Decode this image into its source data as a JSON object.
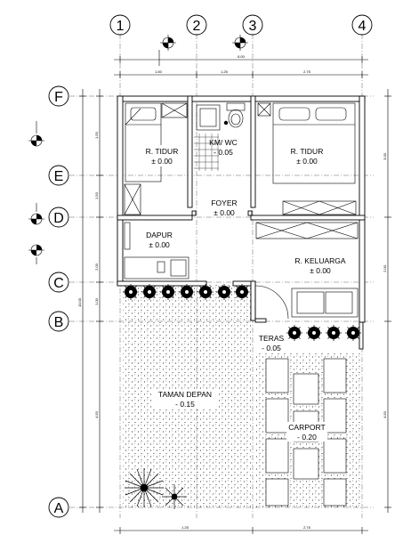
{
  "grid_axes": {
    "columns": [
      "1",
      "2",
      "3",
      "4"
    ],
    "rows": [
      "F",
      "E",
      "D",
      "C",
      "B",
      "A"
    ]
  },
  "rooms": {
    "bed_left": {
      "name": "R. TIDUR",
      "level": "± 0.00"
    },
    "kmwc": {
      "name": "KM/ WC",
      "level": "- 0.05"
    },
    "bed_right": {
      "name": "R. TIDUR",
      "level": "± 0.00"
    },
    "foyer": {
      "name": "FOYER",
      "level": "± 0.00"
    },
    "dapur": {
      "name": "DAPUR",
      "level": "± 0.00"
    },
    "keluarga": {
      "name": "R. KELUARGA",
      "level": "± 0.00"
    },
    "teras": {
      "name": "TERAS",
      "level": "- 0.05"
    },
    "taman": {
      "name": "TAMAN DEPAN",
      "level": "- 0.15"
    },
    "carport": {
      "name": "CARPORT",
      "level": "- 0.20"
    }
  },
  "dimensions": {
    "top_total": "6.00",
    "top_a": "1.50",
    "top_b": "1.25",
    "top_c": "2.75",
    "bottom_a": "1.25",
    "bottom_b": "2.75",
    "left_total": "10.00",
    "left_fe": "1.50",
    "left_ed": "1.50",
    "left_dc": "2.00",
    "left_cb": "1.00",
    "left_ba": "4.50",
    "right_top": "3.00",
    "right_mid": "2.00",
    "right_bottom": "4.50"
  },
  "colors": {
    "ink": "#000000",
    "paper": "#ffffff"
  }
}
